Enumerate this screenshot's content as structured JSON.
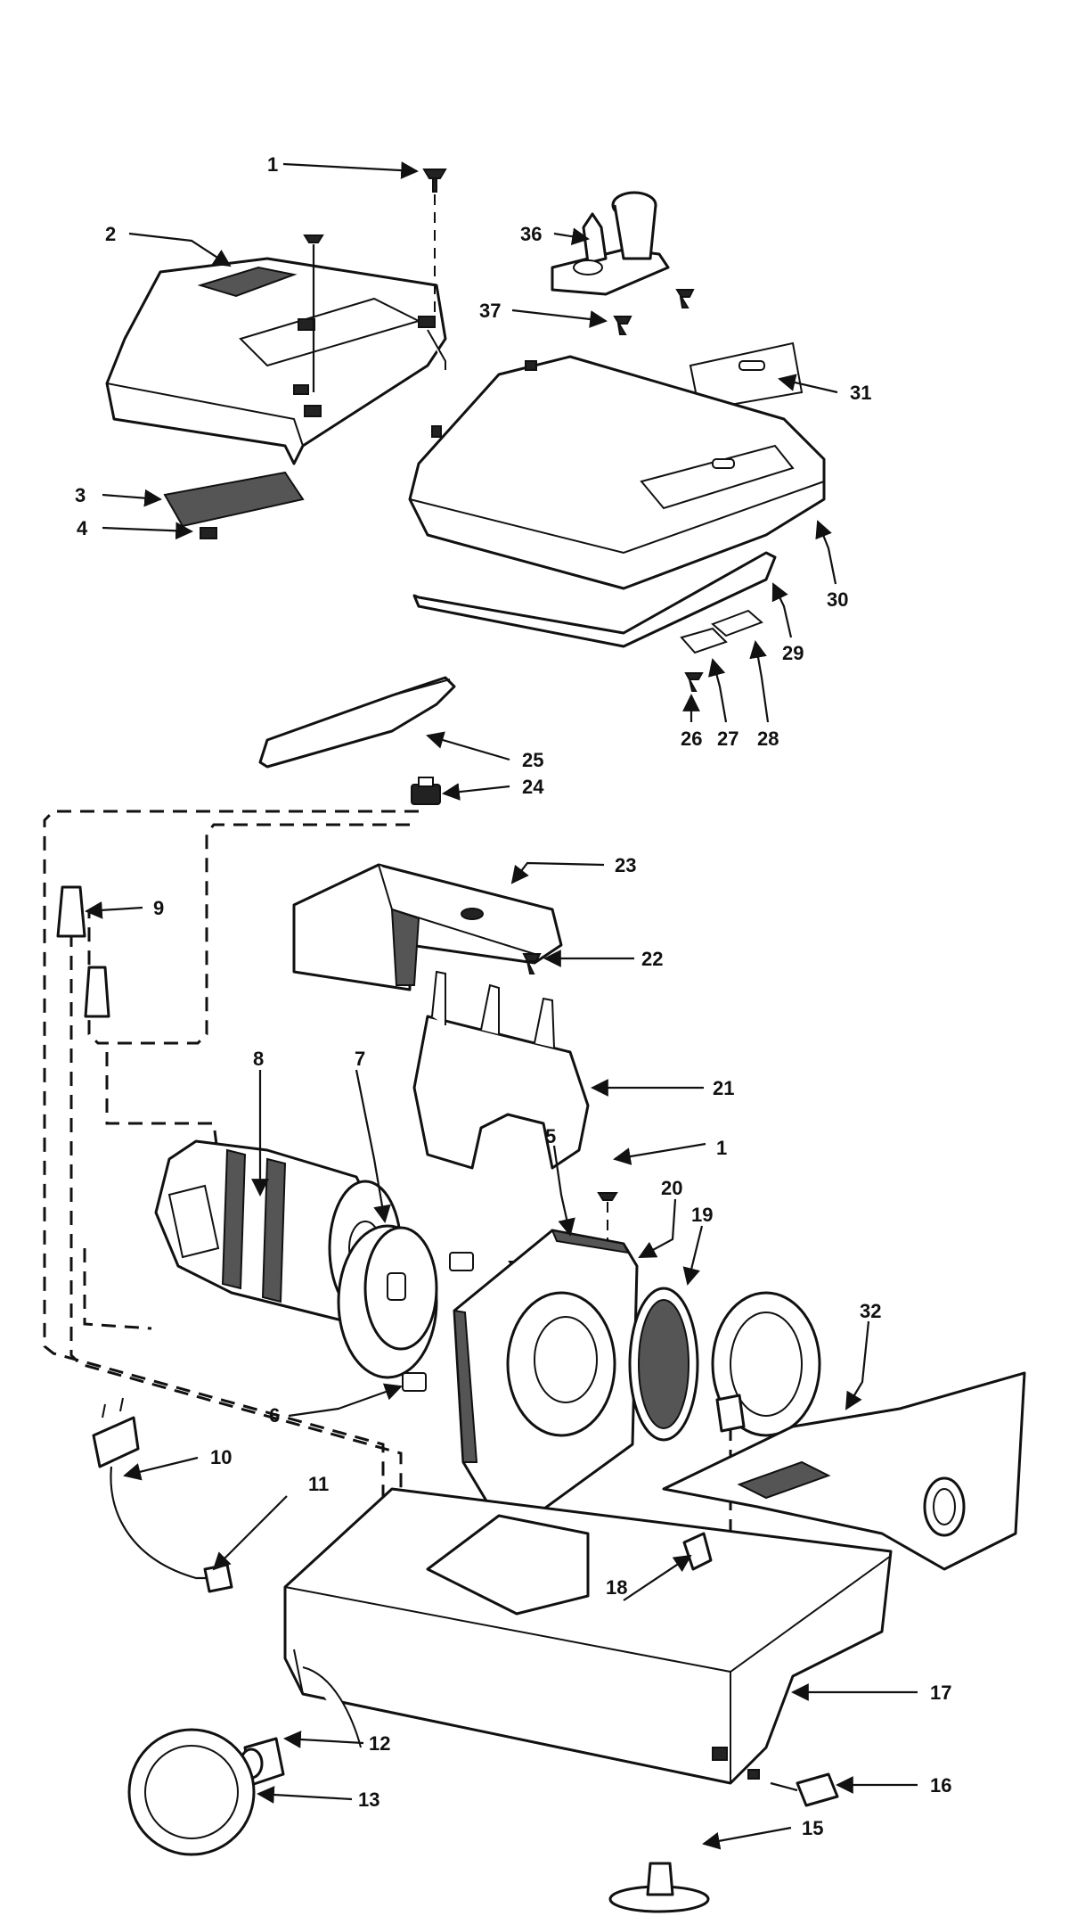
{
  "callouts": [
    {
      "id": "1",
      "label": "1"
    },
    {
      "id": "2",
      "label": "2"
    },
    {
      "id": "3",
      "label": "3"
    },
    {
      "id": "4",
      "label": "4"
    },
    {
      "id": "5",
      "label": "5"
    },
    {
      "id": "6",
      "label": "6"
    },
    {
      "id": "7",
      "label": "7"
    },
    {
      "id": "8",
      "label": "8"
    },
    {
      "id": "9",
      "label": "9"
    },
    {
      "id": "10",
      "label": "10"
    },
    {
      "id": "11",
      "label": "11"
    },
    {
      "id": "12",
      "label": "12"
    },
    {
      "id": "13",
      "label": "13"
    },
    {
      "id": "15",
      "label": "15"
    },
    {
      "id": "16",
      "label": "16"
    },
    {
      "id": "17",
      "label": "17"
    },
    {
      "id": "18",
      "label": "18"
    },
    {
      "id": "19",
      "label": "19"
    },
    {
      "id": "20",
      "label": "20"
    },
    {
      "id": "21",
      "label": "21"
    },
    {
      "id": "22",
      "label": "22"
    },
    {
      "id": "23",
      "label": "23"
    },
    {
      "id": "24",
      "label": "24"
    },
    {
      "id": "25",
      "label": "25"
    },
    {
      "id": "26",
      "label": "26"
    },
    {
      "id": "27",
      "label": "27"
    },
    {
      "id": "28",
      "label": "28"
    },
    {
      "id": "29",
      "label": "29"
    },
    {
      "id": "30",
      "label": "30"
    },
    {
      "id": "31",
      "label": "31"
    },
    {
      "id": "32",
      "label": "32"
    },
    {
      "id": "36",
      "label": "36"
    },
    {
      "id": "37",
      "label": "37"
    }
  ]
}
